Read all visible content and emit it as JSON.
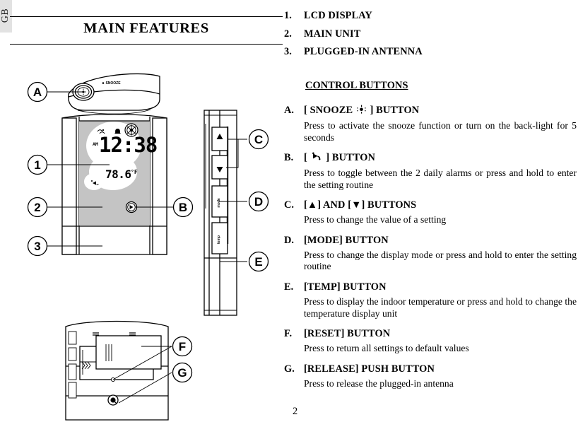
{
  "language_tab": "GB",
  "title": "MAIN FEATURES",
  "page_number": "2",
  "numbered_items": [
    {
      "marker": "1.",
      "label": "LCD DISPLAY"
    },
    {
      "marker": "2.",
      "label": "MAIN UNIT"
    },
    {
      "marker": "3.",
      "label": "PLUGGED-IN ANTENNA"
    }
  ],
  "section_heading": "CONTROL BUTTONS",
  "control_buttons": [
    {
      "marker": "A.",
      "label_before": "[ SNOOZE",
      "icon": "light-backlight-icon",
      "label_after": "] BUTTON",
      "description": "Press to  activate the snooze function or turn on the back-light for 5 seconds"
    },
    {
      "marker": "B.",
      "label_before": "[",
      "icon": "alarm-bell-icon",
      "label_after": "]  BUTTON",
      "description": "Press to toggle between the 2 daily alarms or press and hold to enter the setting routine"
    },
    {
      "marker": "C.",
      "label_before": "[",
      "icon": "up-down-triangle-icons",
      "label_after": "]  BUTTONS",
      "label_full": "[▲]  AND  [▼]  BUTTONS",
      "description": "Press to change the value of a setting"
    },
    {
      "marker": "D.",
      "label_full": "[MODE]  BUTTON",
      "description": "Press to change the display mode or press and hold to enter the setting routine"
    },
    {
      "marker": "E.",
      "label_full": "[TEMP]  BUTTON",
      "description": "Press to display the indoor temperature or press and hold to change the temperature display unit"
    },
    {
      "marker": "F.",
      "label_full": "[RESET]  BUTTON",
      "description": "Press to  return all settings to default values"
    },
    {
      "marker": "G.",
      "label_full": "[RELEASE]  PUSH BUTTON",
      "description": "Press to release the plugged-in antenna"
    }
  ],
  "figure": {
    "callouts": {
      "a": "A",
      "b": "B",
      "c": "C",
      "d": "D",
      "e": "E",
      "f": "F",
      "g": "G",
      "one": "1",
      "two": "2",
      "three": "3"
    },
    "unit_top_label": "SNOOZE",
    "side_buttons": [
      {
        "name": "up-arrow-button",
        "glyph": "▲"
      },
      {
        "name": "down-arrow-button",
        "glyph": "▼"
      },
      {
        "name": "mode-button",
        "text": "mode"
      },
      {
        "name": "temp-button",
        "text": "temp"
      }
    ],
    "lcd": {
      "am_indicator": "AM",
      "time": "12:38",
      "temperature": "78.6",
      "temperature_unit": "°F"
    }
  }
}
